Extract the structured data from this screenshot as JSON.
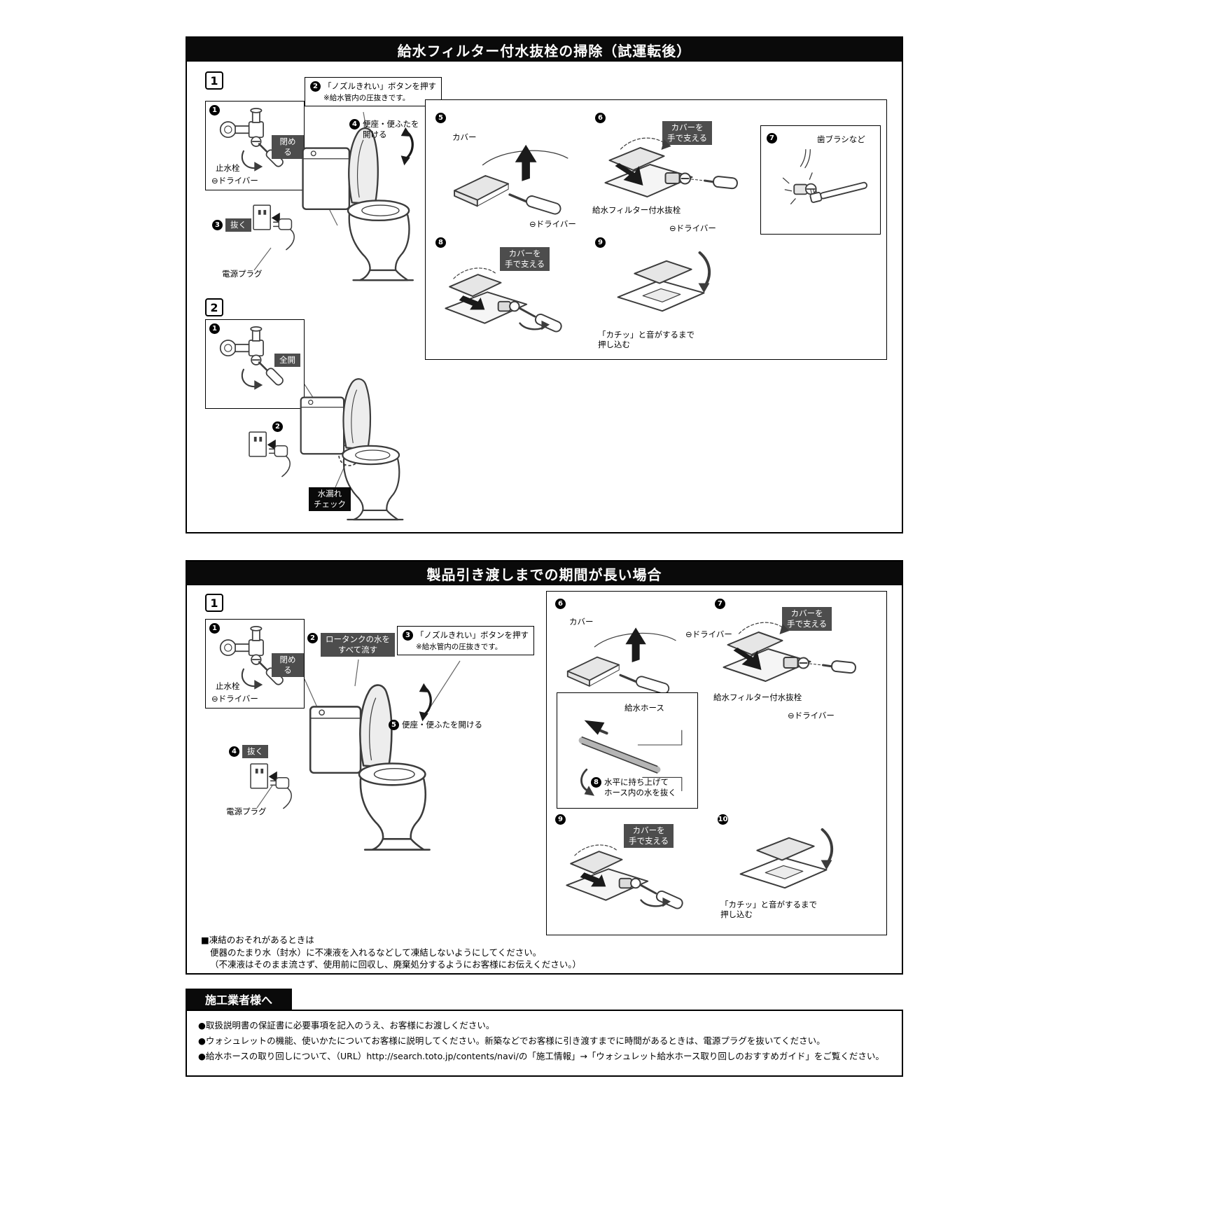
{
  "nums": [
    "1",
    "2",
    "3",
    "4",
    "5",
    "6",
    "7",
    "8",
    "9",
    "10"
  ],
  "markers": [
    "1",
    "2"
  ],
  "common": {
    "driver": "⊖ドライバー",
    "stop_valve": "止水栓",
    "close": "閉める",
    "full_open": "全開",
    "pull": "抜く",
    "power_plug": "電源プラグ",
    "nozzle": "「ノズルきれい」ボタンを押す",
    "nozzle_note": "※給水管内の圧抜きです。",
    "cover": "カバー",
    "hold_cover": "カバーを\n手で支える",
    "filter_valve": "給水フィルター付水抜栓",
    "click_push": "「カチッ」と音がするまで\n押し込む"
  },
  "s1": {
    "title": "給水フィルター付水抜栓の掃除（試運転後）",
    "open_seat": "便座・便ふたを\n開ける",
    "leak_check": "水漏れ\nチェック",
    "toothbrush": "歯ブラシなど"
  },
  "s2": {
    "title": "製品引き渡しまでの期間が長い場合",
    "flush_tank": "ロータンクの水を\nすべて流す",
    "open_seat": "便座・便ふたを開ける",
    "hose": "給水ホース",
    "lift_hose": "水平に持ち上げて\nホース内の水を抜く",
    "freeze1": "■凍結のおそれがあるときは",
    "freeze2": "便器のたまり水（封水）に不凍液を入れるなどして凍結しないようにしてください。",
    "freeze3": "（不凍液はそのまま流さず、使用前に回収し、廃棄処分するようにお客様にお伝えください。）"
  },
  "s3": {
    "title": "施工業者様へ",
    "bullets": [
      "●取扱説明書の保証書に必要事項を記入のうえ、お客様にお渡しください。",
      "●ウォシュレットの機能、使いかたについてお客様に説明してください。新築などでお客様に引き渡すまでに時間があるときは、電源プラグを抜いてください。",
      "●給水ホースの取り回しについて、（URL）http://search.toto.jp/contents/navi/の「施工情報」→「ウォシュレット給水ホース取り回しのおすすめガイド」をご覧ください。"
    ]
  }
}
